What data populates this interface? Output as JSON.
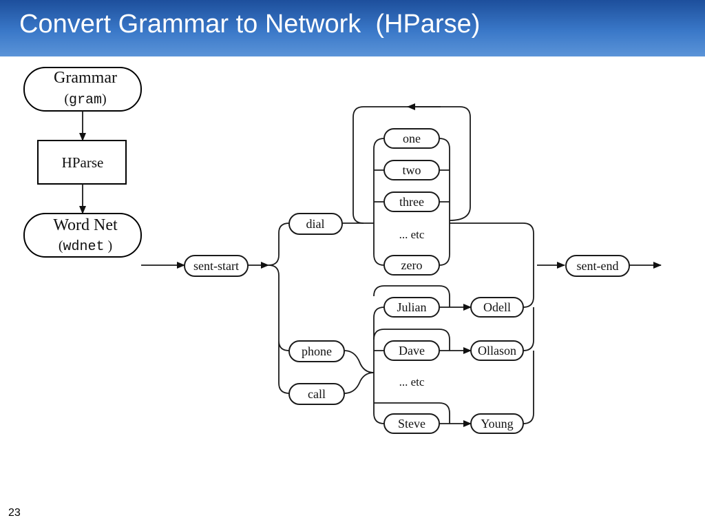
{
  "slide": {
    "title": "Convert Grammar to Network  (HParse)",
    "number": "23"
  },
  "flow": {
    "grammar_label": "Grammar",
    "grammar_file": "gram",
    "tool": "HParse",
    "wordnet_label": "Word Net",
    "wordnet_file": "wdnet"
  },
  "network": {
    "start": "sent-start",
    "end": "sent-end",
    "commands": [
      "dial",
      "phone",
      "call"
    ],
    "digits": [
      "one",
      "two",
      "three",
      "zero"
    ],
    "digits_more": "... etc",
    "first_names": [
      "Julian",
      "Dave",
      "Steve"
    ],
    "last_names": [
      "Odell",
      "Ollason",
      "Young"
    ],
    "names_more": "... etc"
  }
}
